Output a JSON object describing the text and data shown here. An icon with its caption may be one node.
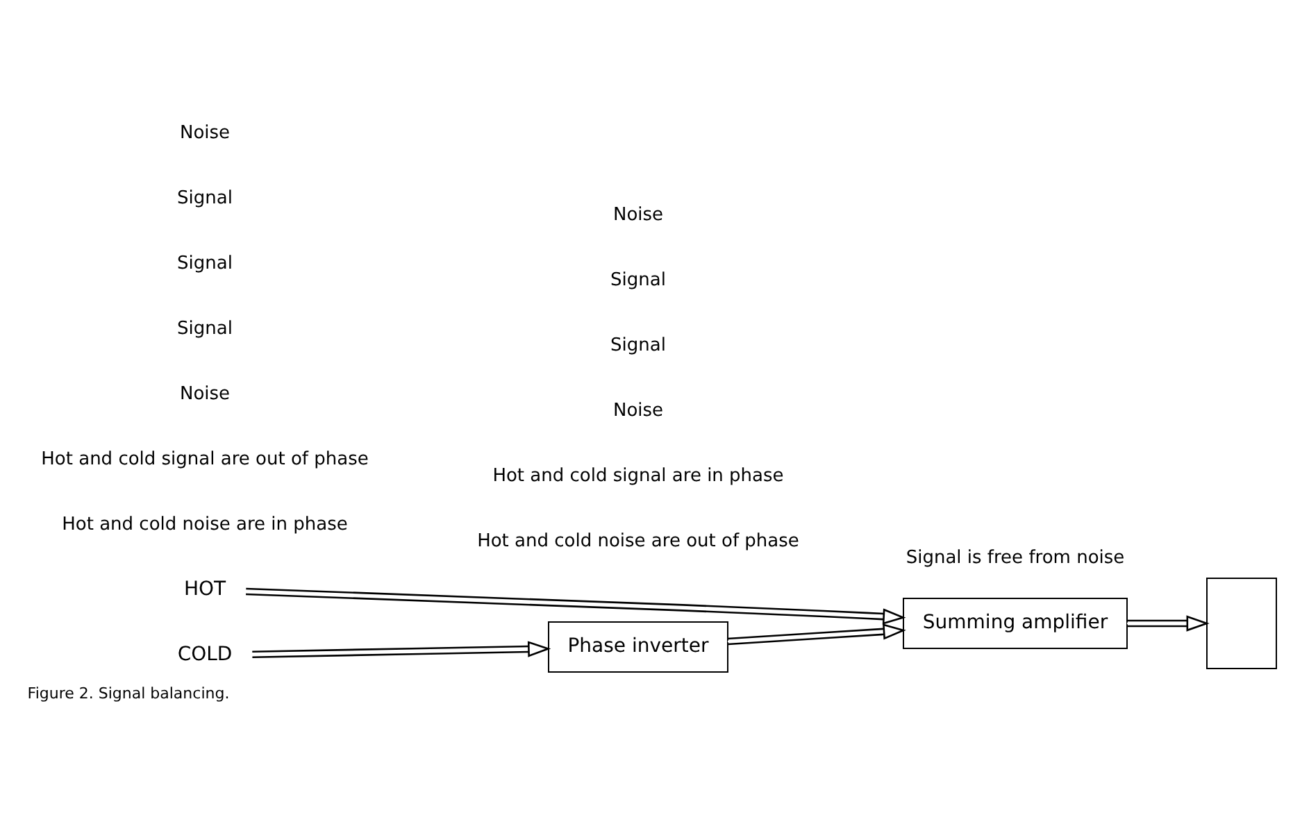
{
  "diagram": {
    "caption": "Figure 2. Signal balancing.",
    "nodes": [
      {
        "text": [
          "HOT"
        ]
      },
      {
        "text": [
          "COLD"
        ]
      },
      {
        "text": [
          "Phase inverter"
        ]
      },
      {
        "text": [
          "Summing amplifier"
        ]
      },
      {
        "text": [],
        "shape": "box"
      }
    ],
    "edges": [
      {
        "from": 0,
        "to": 3,
        "arrow": "to"
      },
      {
        "from": 1,
        "to": 2,
        "arrow": "to"
      },
      {
        "from": 2,
        "to": 3,
        "arrow": "to"
      },
      {
        "from": 3,
        "to": 4,
        "arrow": "to"
      }
    ],
    "labels": [
      "Noise",
      "Noise",
      "Signal",
      "Signal",
      "Signal",
      "Signal",
      "Signal",
      "Noise",
      "Noise",
      "Hot and cold signal are out of phase",
      "Hot and cold signal are in phase",
      "Signal is free from noise",
      "Hot and cold noise are in phase",
      "Hot and cold noise are out of phase"
    ]
  }
}
